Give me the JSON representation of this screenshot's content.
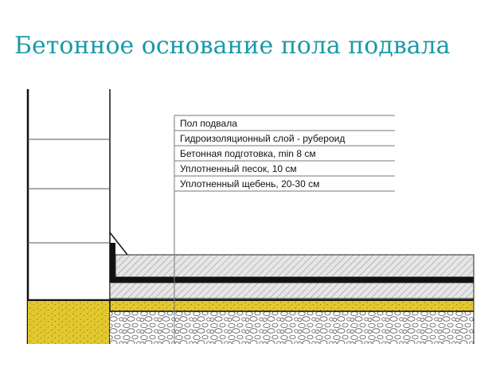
{
  "title": "Бетонное основание пола подвала",
  "labels": [
    "Пол подвала",
    "Гидроизоляционный слой - рубероид",
    "Бетонная подготовка, min 8 см",
    "Уплотненный песок, 10 см",
    "Уплотненный щебень, 20-30 см"
  ],
  "colors": {
    "title": "#1a9aa8",
    "sand": "#e3c92e",
    "hatch_gray": "#d9d9d9",
    "waterproofing": "#111111"
  }
}
